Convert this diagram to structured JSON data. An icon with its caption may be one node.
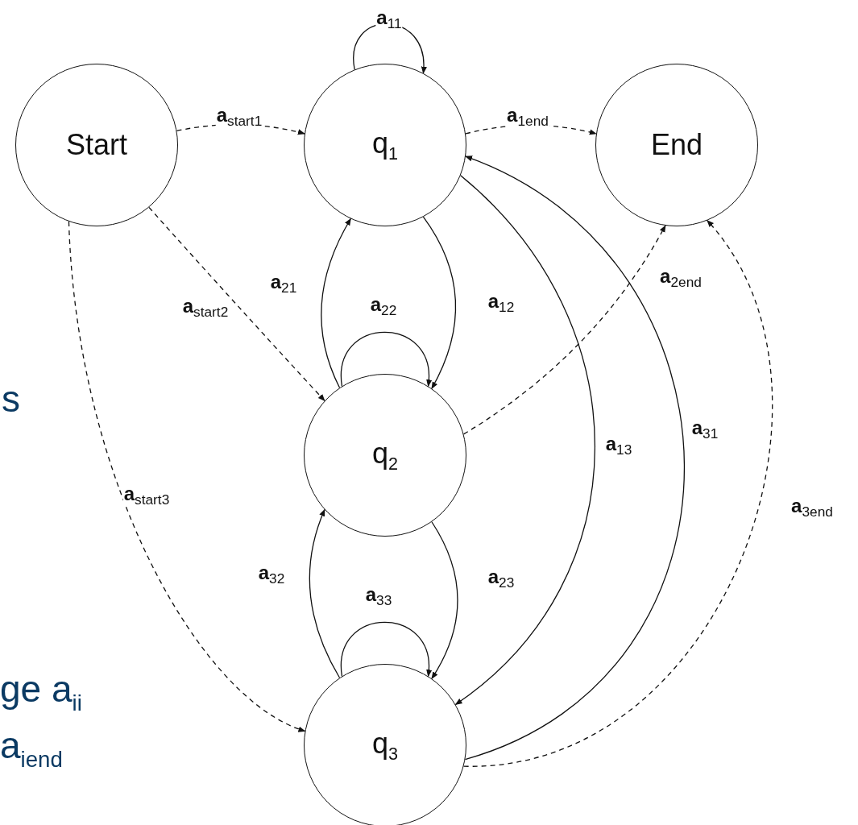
{
  "diagram": {
    "nodes": [
      {
        "text": [
          "Start"
        ]
      },
      {
        "text": [
          "q$_{1}$"
        ]
      },
      {
        "text": [
          "End"
        ]
      },
      {
        "text": [
          "q$_{2}$"
        ]
      },
      {
        "text": [
          "q$_{3}$"
        ]
      }
    ],
    "edges": [
      {
        "from": 1,
        "to": 1,
        "arrow": "to",
        "label": "**a**$_{11}$"
      },
      {
        "from": 0,
        "to": 1,
        "arrow": "to",
        "label": "**a**$_{start1}$",
        "style": "dashed"
      },
      {
        "from": 1,
        "to": 2,
        "arrow": "to",
        "label": "**a**$_{1end}$",
        "style": "dashed"
      },
      {
        "from": 0,
        "to": 3,
        "arrow": "to",
        "label": "**a**$_{start2}$",
        "style": "dashed"
      },
      {
        "from": 0,
        "to": 4,
        "arrow": "to",
        "label": "**a**$_{start3}$",
        "style": "dashed"
      },
      {
        "from": 3,
        "to": 1,
        "arrow": "to",
        "label": "**a**$_{21}$"
      },
      {
        "from": 1,
        "to": 3,
        "arrow": "to",
        "label": "**a**$_{12}$"
      },
      {
        "from": 3,
        "to": 3,
        "arrow": "to",
        "label": "**a**$_{22}$"
      },
      {
        "from": 3,
        "to": 4,
        "arrow": "to",
        "label": "**a**$_{23}$"
      },
      {
        "from": 4,
        "to": 3,
        "arrow": "to",
        "label": "**a**$_{32}$"
      },
      {
        "from": 4,
        "to": 4,
        "arrow": "to",
        "label": "**a**$_{33}$"
      },
      {
        "from": 1,
        "to": 4,
        "arrow": "to",
        "label": "**a**$_{13}$"
      },
      {
        "from": 4,
        "to": 1,
        "arrow": "to",
        "label": "**a**$_{31}$"
      },
      {
        "from": 3,
        "to": 2,
        "arrow": "to",
        "label": "**a**$_{2end}$",
        "style": "dashed"
      },
      {
        "from": 4,
        "to": 2,
        "arrow": "to",
        "label": "**a**$_{3end}$",
        "style": "dashed"
      }
    ],
    "labels": [
      "s",
      "ge a$_{ii}$",
      "a$_{iend}$"
    ]
  }
}
